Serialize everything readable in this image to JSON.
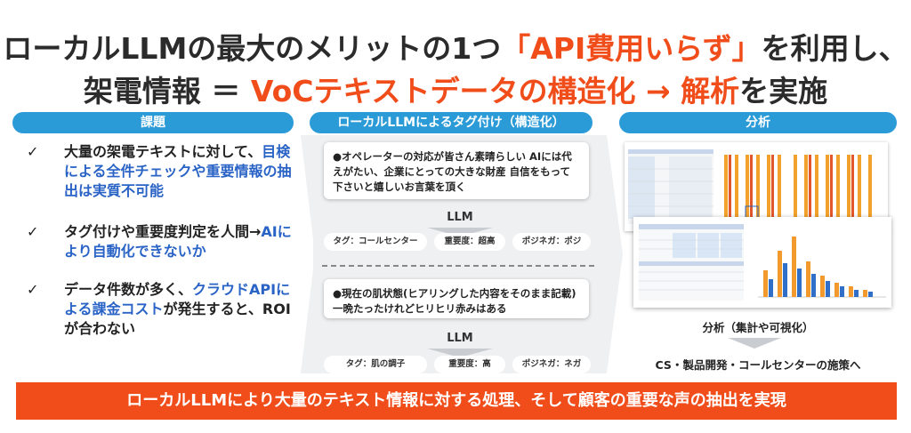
{
  "title": {
    "line1_pre": "ローカルLLMの最大のメリットの1つ",
    "line1_highlight": "「API費用いらず」",
    "line1_post": "を利用し、",
    "line2_pre": "架電情報 ＝ ",
    "line2_highlight": "VoCテキストデータの構造化 → 解析",
    "line2_post": "を実施"
  },
  "columns": {
    "left_header": "課題",
    "center_header": "ローカルLLMによるタグ付け（構造化）",
    "right_header": "分析"
  },
  "issues": [
    {
      "check": "✓",
      "text_a": "大量の架電テキストに対して、",
      "text_blue": "目検による全件チェックや重要情報の抽出は実質不可能",
      "text_b": ""
    },
    {
      "check": "✓",
      "text_a": "タグ付けや重要度判定を人間→",
      "text_blue": "AIにより自動化できないか",
      "text_b": ""
    },
    {
      "check": "✓",
      "text_a": "データ件数が多く、",
      "text_blue": "クラウドAPIによる課金コスト",
      "text_b": "が発生すると、ROIが合わない"
    }
  ],
  "examples": [
    {
      "comment": "●オペレーターの対応が皆さん素晴らしい AIには代えがたい、企業にとっての大きな財産 自信をもって下さいと嬉しいお言葉を頂く",
      "llm_label": "LLM",
      "tags": [
        "タグ：コールセンター",
        "重要度：超高",
        "ポジネガ：ポジ"
      ]
    },
    {
      "comment": "●現在の肌状態(ヒアリングした内容をそのまま記載) 一晩たったけれどヒリヒリ赤みはある",
      "llm_label": "LLM",
      "tags": [
        "タグ：肌の調子",
        "重要度：高",
        "ポジネガ：ネガ"
      ]
    }
  ],
  "analysis": {
    "caption": "分析（集計や可視化）",
    "measures": "CS・製品開発・コールセンターの施策へ"
  },
  "banner": "ローカルLLMにより大量のテキスト情報に対する処理、そして顧客の重要な声の抽出を実現",
  "colors": {
    "accent_orange": "#f04d1a",
    "header_blue": "#2b9bd8",
    "highlight_blue": "#2a63c6"
  }
}
